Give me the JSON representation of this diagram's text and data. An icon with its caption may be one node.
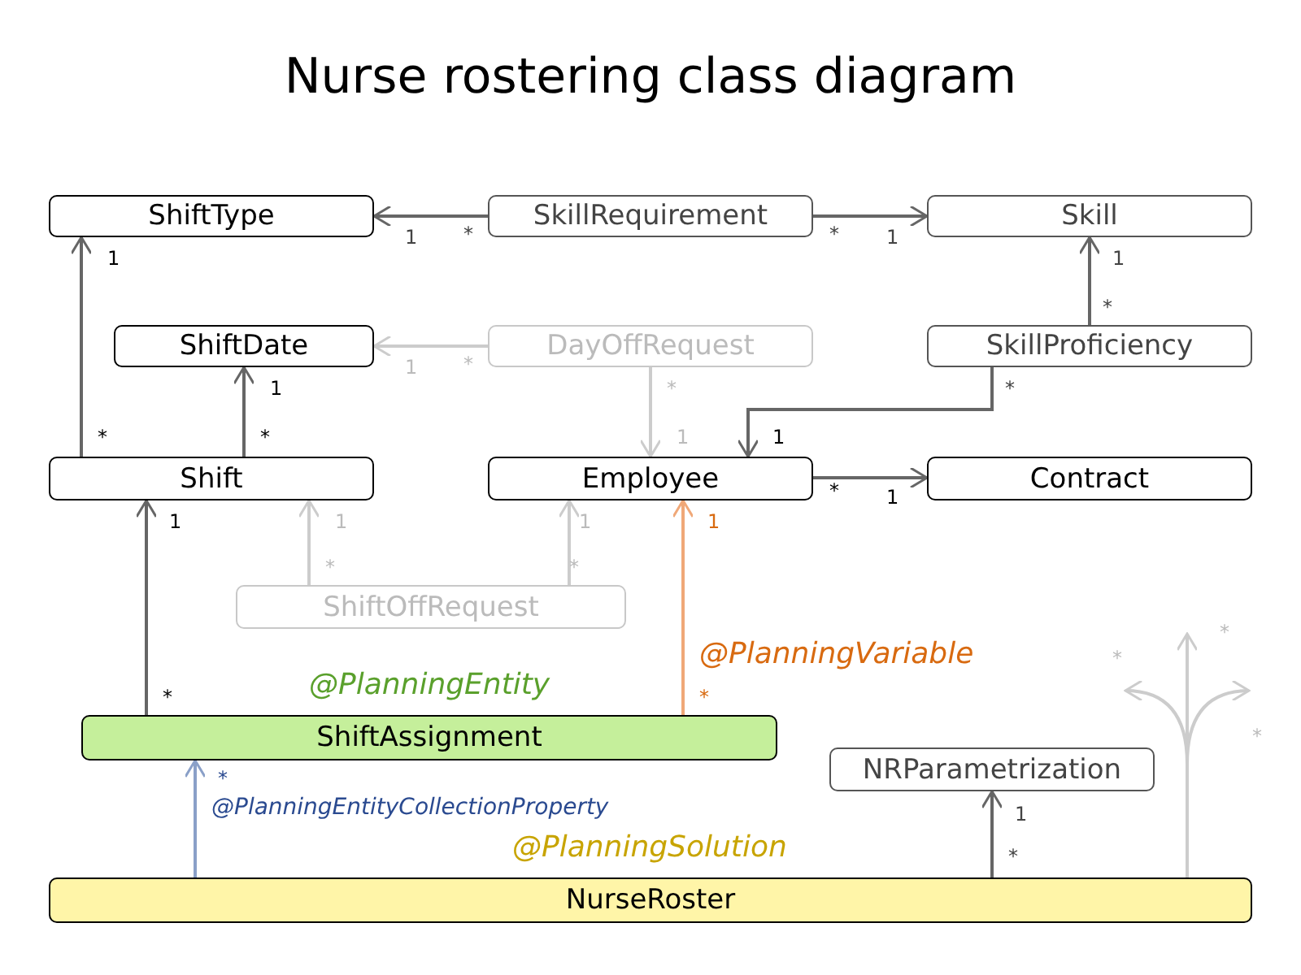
{
  "diagram": {
    "title": "Nurse rostering class diagram",
    "nodes": [
      {
        "text": [
          "ShiftType"
        ]
      },
      {
        "text": [
          "SkillRequirement"
        ]
      },
      {
        "text": [
          "Skill"
        ]
      },
      {
        "text": [
          "ShiftDate"
        ]
      },
      {
        "text": [
          "DayOffRequest"
        ]
      },
      {
        "text": [
          "SkillProficiency"
        ]
      },
      {
        "text": [
          "Shift"
        ]
      },
      {
        "text": [
          "Employee"
        ]
      },
      {
        "text": [
          "Contract"
        ]
      },
      {
        "text": [
          "ShiftOffRequest"
        ]
      },
      {
        "text": [
          "ShiftAssignment"
        ],
        "beside": [
          "@PlanningEntity"
        ]
      },
      {
        "text": [
          "NRParametrization"
        ]
      },
      {
        "text": [
          "NurseRoster"
        ],
        "beside": [
          "@PlanningSolution"
        ]
      }
    ],
    "edges": [
      {
        "from": 1,
        "to": 0,
        "arrow": "to"
      },
      {
        "from": 1,
        "to": 2,
        "arrow": "to"
      },
      {
        "from": 6,
        "to": 0,
        "arrow": "to"
      },
      {
        "from": 6,
        "to": 3,
        "arrow": "to"
      },
      {
        "from": 4,
        "to": 3,
        "arrow": "to",
        "color": "#cccccc"
      },
      {
        "from": 4,
        "to": 7,
        "arrow": "to",
        "color": "#cccccc"
      },
      {
        "from": 5,
        "to": 2,
        "arrow": "to"
      },
      {
        "from": 5,
        "to": 7,
        "arrow": "to"
      },
      {
        "from": 7,
        "to": 8,
        "arrow": "to"
      },
      {
        "from": 9,
        "to": 6,
        "arrow": "to",
        "color": "#cccccc"
      },
      {
        "from": 9,
        "to": 7,
        "arrow": "to",
        "color": "#cccccc"
      },
      {
        "from": 10,
        "to": 6,
        "arrow": "to"
      },
      {
        "from": 10,
        "to": 7,
        "arrow": "to",
        "label": "@PlanningVariable",
        "color": "#f0a878"
      },
      {
        "from": 12,
        "to": 10,
        "arrow": "to",
        "label": "@PlanningEntityCollectionProperty",
        "color": "#8aa0c8"
      },
      {
        "from": 12,
        "to": 11,
        "arrow": "to"
      },
      {
        "from": 12,
        "to": null,
        "arrow": "to",
        "color": "#cccccc"
      },
      {
        "from": 12,
        "to": null,
        "arrow": "to",
        "color": "#cccccc"
      },
      {
        "from": 12,
        "to": null,
        "arrow": "to",
        "color": "#cccccc"
      }
    ],
    "labels": [
      "1",
      "1",
      "*",
      "*",
      "1",
      "1",
      "*",
      "1",
      "*",
      "1",
      "*",
      "*",
      "*",
      "*",
      "1",
      "1",
      "*",
      "1",
      "1",
      "1",
      "1",
      "1",
      "*",
      "*",
      "*",
      "*",
      "*",
      "1",
      "*",
      "*",
      "*",
      "*"
    ]
  }
}
